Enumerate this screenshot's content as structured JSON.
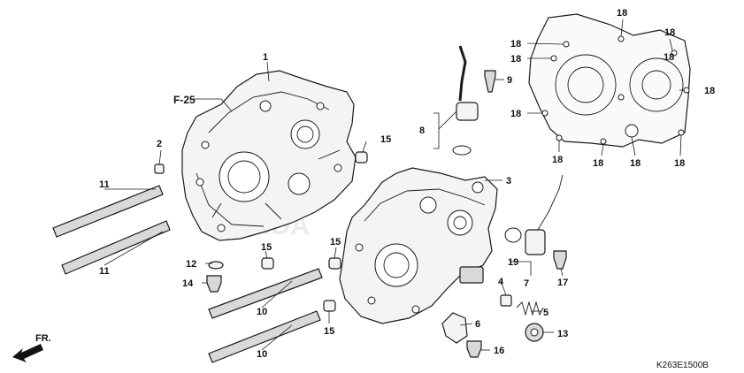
{
  "diagram": {
    "reference_label": "F-25",
    "direction_label": "FR.",
    "drawing_number": "K263E1500B",
    "watermark_text": "HONDA",
    "callouts": {
      "c1": "1",
      "c2": "2",
      "c3": "3",
      "c4": "4",
      "c5": "5",
      "c6": "6",
      "c7": "7",
      "c8": "8",
      "c9": "9",
      "c10a": "10",
      "c10b": "10",
      "c11a": "11",
      "c11b": "11",
      "c12": "12",
      "c13": "13",
      "c14": "14",
      "c15a": "15",
      "c15b": "15",
      "c15c": "15",
      "c15d": "15",
      "c16": "16",
      "c17": "17",
      "c18a": "18",
      "c18b": "18",
      "c18c": "18",
      "c18d": "18",
      "c18e": "18",
      "c18f": "18",
      "c18g": "18",
      "c18h": "18",
      "c18i": "18",
      "c18j": "18",
      "c18k": "18",
      "c19": "19"
    }
  }
}
